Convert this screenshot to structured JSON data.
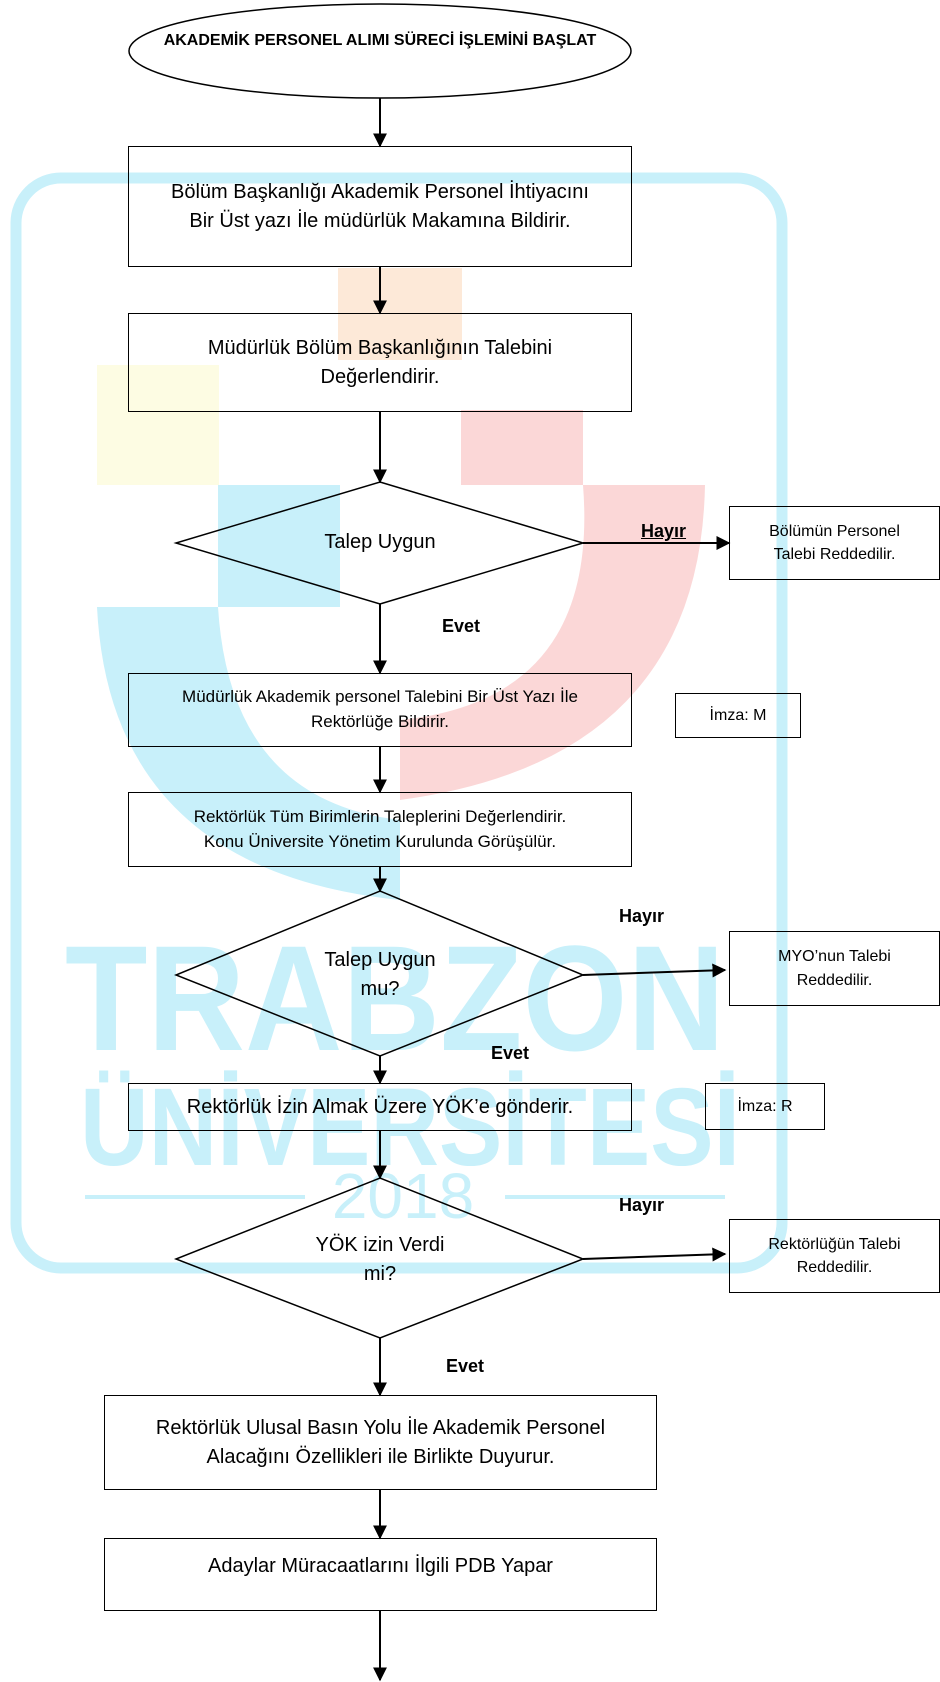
{
  "watermark": {
    "line1": "TRABZON",
    "line2": "ÜNİVERSİTESİ",
    "year": "2018",
    "colors": {
      "cyan": "#c8f0fa",
      "red": "#fbd7d7",
      "yellow": "#fdfce3",
      "orange": "#fde9d8"
    }
  },
  "flow": {
    "start": "AKADEMİK PERSONEL ALIMI SÜRECİ İŞLEMİNİ BAŞLAT",
    "step1": "Bölüm Başkanlığı Akademik Personel İhtiyacını\nBir Üst yazı İle müdürlük Makamına Bildirir.",
    "step2": "Müdürlük Bölüm Başkanlığının Talebini\nDeğerlendirir.",
    "decision1": "Talep Uygun",
    "decision1_no": "Hayır",
    "reject1": "Bölümün Personel\nTalebi Reddedilir.",
    "decision1_yes": "Evet",
    "step3": "Müdürlük Akademik personel Talebini Bir Üst Yazı İle\nRektörlüğe Bildirir.",
    "sign1": "İmza: M",
    "step4": "Rektörlük Tüm Birimlerin Taleplerini Değerlendirir.\nKonu Üniversite Yönetim Kurulunda Görüşülür.",
    "decision2_no": "Hayır",
    "decision2": "Talep Uygun\nmu?",
    "reject2": "MYO’nun Talebi\nReddedilir.",
    "decision2_yes": "Evet",
    "step5": "Rektörlük İzin Almak Üzere YÖK’e gönderir.",
    "sign2": "İmza: R",
    "decision3_no": "Hayır",
    "decision3": "YÖK izin Verdi\nmi?",
    "reject3": "Rektörlüğün Talebi\nReddedilir.",
    "decision3_yes": "Evet",
    "step6": "Rektörlük Ulusal Basın Yolu İle Akademik Personel\nAlacağını Özellikleri ile Birlikte Duyurur.",
    "step7": "Adaylar Müracaatlarını İlgili PDB Yapar"
  }
}
